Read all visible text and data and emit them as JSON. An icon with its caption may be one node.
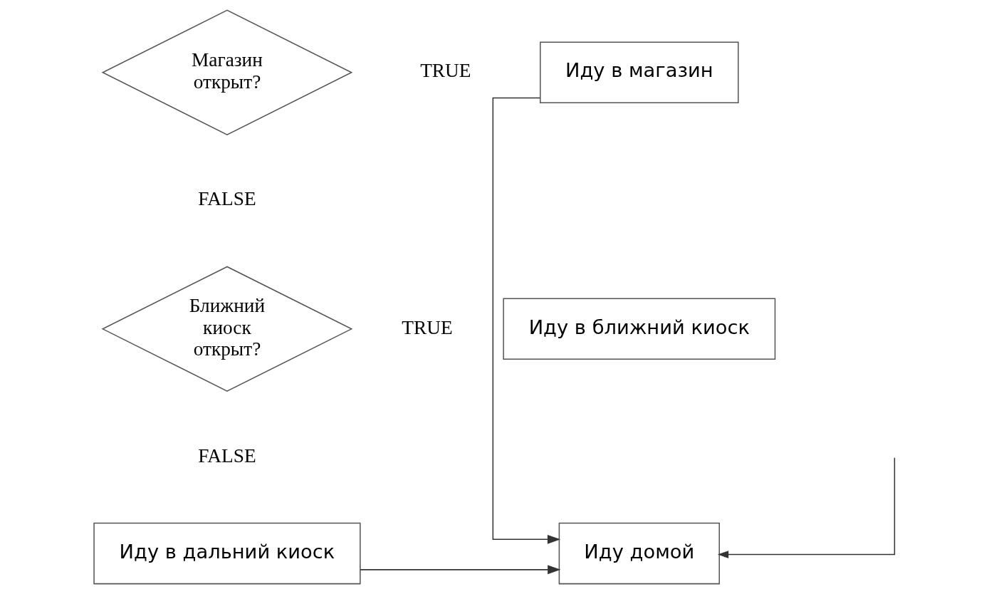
{
  "diagram": {
    "nodes": [
      {
        "text": [
          "Магазин открыт?"
        ]
      },
      {
        "text": [
          "Иду в магазин"
        ]
      },
      {
        "text": [
          "Ближний киоск открыт?"
        ]
      },
      {
        "text": [
          "Иду в ближний киоск"
        ]
      },
      {
        "text": [
          "Иду в дальний киоск"
        ]
      },
      {
        "text": [
          "Иду домой"
        ]
      }
    ],
    "edges": [
      {
        "from": 1,
        "to": 5,
        "arrow": "to"
      },
      {
        "from": 4,
        "to": 5,
        "arrow": "to"
      },
      {
        "from": null,
        "to": 5,
        "arrow": "to"
      }
    ],
    "labels": [
      "TRUE",
      "FALSE",
      "TRUE",
      "FALSE"
    ]
  }
}
